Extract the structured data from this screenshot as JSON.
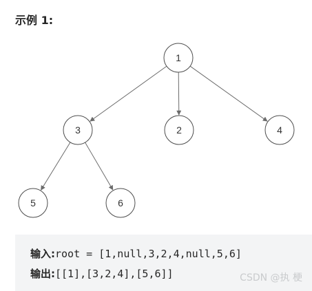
{
  "heading": "示例 1:",
  "tree": {
    "nodes": [
      {
        "id": "n1",
        "label": "1"
      },
      {
        "id": "n3",
        "label": "3"
      },
      {
        "id": "n2",
        "label": "2"
      },
      {
        "id": "n4",
        "label": "4"
      },
      {
        "id": "n5",
        "label": "5"
      },
      {
        "id": "n6",
        "label": "6"
      }
    ],
    "edges": [
      [
        "n1",
        "n3"
      ],
      [
        "n1",
        "n2"
      ],
      [
        "n1",
        "n4"
      ],
      [
        "n3",
        "n5"
      ],
      [
        "n3",
        "n6"
      ]
    ]
  },
  "example": {
    "input_label": "输入:",
    "input_value": "root = [1,null,3,2,4,null,5,6]",
    "output_label": "输出:",
    "output_value": "[[1],[3,2,4],[5,6]]"
  },
  "watermark": "CSDN @执 梗"
}
